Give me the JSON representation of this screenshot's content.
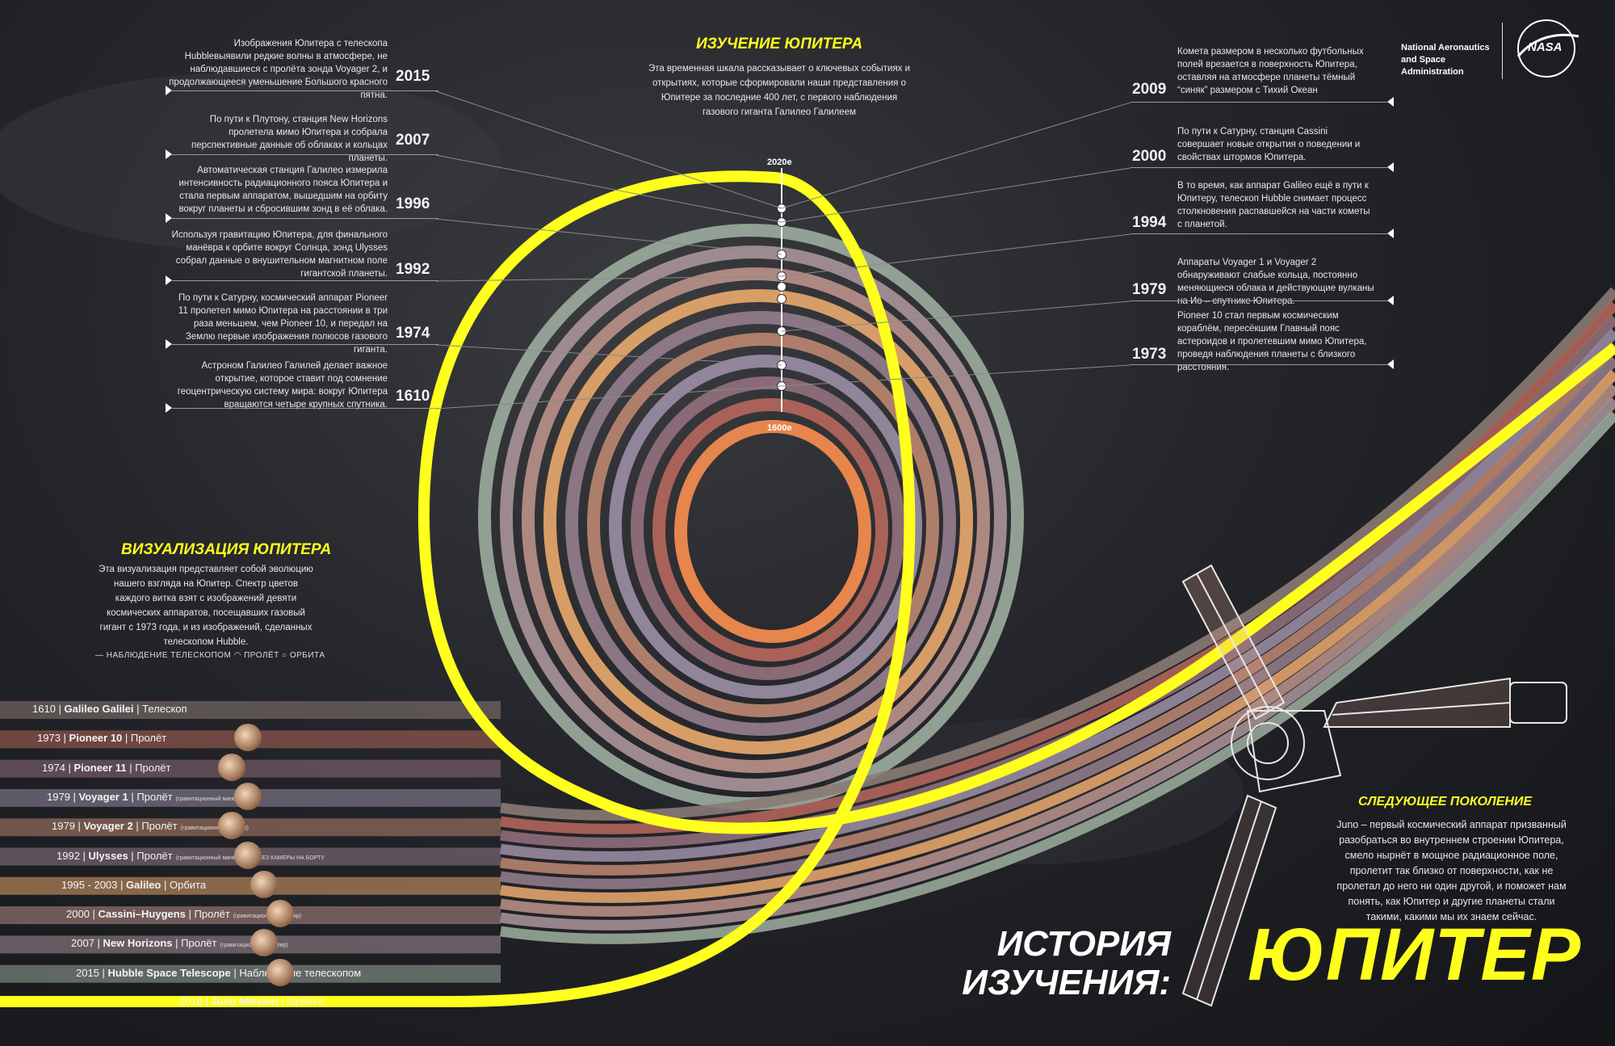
{
  "header": {
    "title": "ИЗУЧЕНИЕ ЮПИТЕРА",
    "intro": "Эта временная шкала рассказывает о ключевых событиях и открытиях, которые сформировали наши представления о Юпитере за последние 400 лет, с первого наблюдения газового гиганта Галилео Галилеем"
  },
  "agency": {
    "name": "National Aeronautics and Space Administration",
    "logo_text": "NASA"
  },
  "scale": {
    "top": "2020е",
    "bottom": "1600е"
  },
  "timeline_left": [
    {
      "year": "2015",
      "text": "Изображения Юпитера с телескопа Hubbleвыявили редкие волны в атмосфере, не наблюдавшиеся с пролёта зонда Voyager 2, и продолжающееся уменьшение Большого красного пятна."
    },
    {
      "year": "2007",
      "text": "По пути к Плутону, станция New Horizons пролетела мимо Юпитера и собрала перспективные данные об облаках и кольцах планеты."
    },
    {
      "year": "1996",
      "text": "Автоматическая станция Галилео измерила интенсивность радиационного пояса Юпитера и стала первым аппаратом, вышедшим на орбиту вокруг планеты и сбросившим зонд в её облака."
    },
    {
      "year": "1992",
      "text": "Используя гравитацию Юпитера, для финального манёвра к орбите вокруг Солнца, зонд Ulysses собрал данные о внушительном магнитном поле гигантской планеты."
    },
    {
      "year": "1974",
      "text": "По пути к Сатурну, космический аппарат Pioneer 11 пролетел мимо Юпитера на расстоянии в три раза меньшем, чем Pioneer 10, и передал на Землю первые изображения полюсов газового гиганта."
    },
    {
      "year": "1610",
      "text": "Астроном Галилео Галилей делает важное открытие, которое ставит под сомнение геоцентрическую систему мира: вокруг Юпитера вращаются четыре крупных спутника."
    }
  ],
  "timeline_right": [
    {
      "year": "2009",
      "text": "Комета размером в несколько футбольных полей врезается в поверхность Юпитера, оставляя на атмосфере планеты тёмный “синяк” размером с Тихий Океан"
    },
    {
      "year": "2000",
      "text": "По пути к Сатурну, станция Cassini совершает новые открытия о поведении и свойствах штормов Юпитера."
    },
    {
      "year": "1994",
      "text": "В то время, как аппарат Galileo ещё в пути к Юпитеру, телескоп Hubble снимает процесс столкновения распавшейся на части кометы с планетой."
    },
    {
      "year": "1979",
      "text": "Аппараты Voyager 1 и Voyager 2 обнаруживают слабые кольца, постоянно меняющиеся облака и действующие вулканы на Ио – спутнике Юпитера."
    },
    {
      "year": "1973",
      "text": "Pioneer 10 стал первым космическим кораблём, пересёкшим Главный пояс астероидов и пролетевшим мимо Юпитера, проведя наблюдения планеты с близкого расстояния."
    }
  ],
  "visualization": {
    "title": "ВИЗУАЛИЗАЦИЯ ЮПИТЕРА",
    "text": "Эта визуализация представляет собой эволюцию нашего взгляда на Юпитер. Спектр цветов каждого витка взят с изображений девяти космических аппаратов, посещавших газовый гигант с 1973 года, и из изображений, сделанных телескопом Hubble.",
    "legend": [
      "НАБЛЮДЕНИЕ ТЕЛЕСКОПОМ",
      "ПРОЛЁТ",
      "ОРБИТА"
    ]
  },
  "missions": [
    {
      "year": "1610",
      "name": "Galileo Galilei",
      "type": "Телескоп",
      "note": "",
      "color": "#8a7a74"
    },
    {
      "year": "1973",
      "name": "Pioneer 10",
      "type": "Пролёт",
      "note": "",
      "color": "#b0655a"
    },
    {
      "year": "1974",
      "name": "Pioneer 11",
      "type": "Пролёт",
      "note": "",
      "color": "#8e6e79"
    },
    {
      "year": "1979",
      "name": "Voyager 1",
      "type": "Пролёт",
      "note": "(гравитационный манёвр)",
      "color": "#978aa0"
    },
    {
      "year": "1979",
      "name": "Voyager 2",
      "type": "Пролёт",
      "note": "(гравитационный манёвр)",
      "color": "#b6836e"
    },
    {
      "year": "1992",
      "name": "Ulysses",
      "type": "Пролёт",
      "note": "(гравитационный манёвр)",
      "extra": "БЕЗ КАМЕРЫ НА БОРТУ",
      "color": "#8f7a89"
    },
    {
      "year": "1995 - 2003",
      "name": "Galileo",
      "type": "Орбита",
      "note": "",
      "color": "#e0a36a"
    },
    {
      "year": "2000",
      "name": "Cassini–Huygens",
      "type": "Пролёт",
      "note": "(гравитационный манёвр)",
      "color": "#b48d86"
    },
    {
      "year": "2007",
      "name": "New Horizons",
      "type": "Пролёт",
      "note": "(гравитационный манёвр)",
      "color": "#a38f96"
    },
    {
      "year": "2015",
      "name": "Hubble Space Telescope",
      "type": "Наблюдение телескопом",
      "note": "",
      "color": "#98a79a"
    },
    {
      "year": "2016",
      "name": "Juno Mission",
      "type": "Орбита",
      "note": "",
      "color": "#ffff1e"
    }
  ],
  "next_gen": {
    "title": "СЛЕДУЮЩЕЕ ПОКОЛЕНИЕ",
    "text": "Juno – первый космический аппарат призванный разобраться во внутреннем строении Юпитера, смело нырнёт в мощное радиационное поле, пролетит так близко от поверхности, как не пролетал до него ни один другой, и поможет нам понять, как Юпитер и другие планеты стали такими, какими мы их знаем сейчас."
  },
  "poster_title": {
    "line1": "ИСТОРИЯ",
    "line2": "ИЗУЧЕНИЯ:",
    "big": "ЮПИТЕР"
  }
}
